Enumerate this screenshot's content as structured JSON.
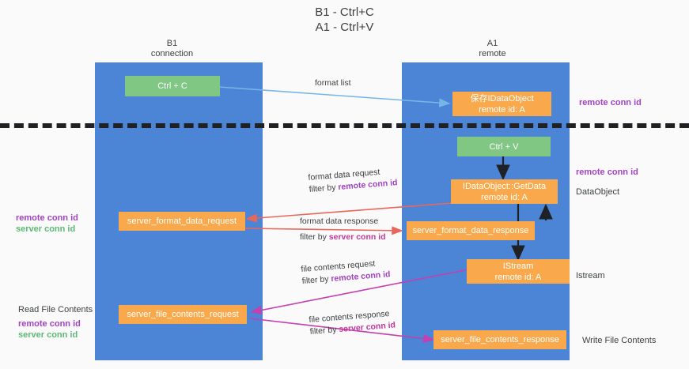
{
  "title": "B1 - Ctrl+C\nA1 - Ctrl+V",
  "colors": {
    "lane": "#4c84d6",
    "box_orange": "#f9a94b",
    "box_green": "#81c784",
    "remote_conn_id": "#a342c4",
    "server_conn_id_left": "#5bb974",
    "server_conn_id_mid": "#c4379c",
    "divider": "#202124",
    "arrow_blue": "#76b5e8",
    "arrow_red": "#e8675b",
    "arrow_magenta": "#c43fb0",
    "arrow_black": "#202124",
    "background": "#fafafa",
    "text": "#3c4043"
  },
  "lanes": [
    {
      "id": "b1",
      "title": "B1\nconnection"
    },
    {
      "id": "a1",
      "title": "A1\nremote"
    }
  ],
  "nodes": [
    {
      "id": "ctrl-c",
      "label": "Ctrl + C",
      "kind": "green"
    },
    {
      "id": "idataobject-stored",
      "label": "保存IDataObject\nremote id: A",
      "kind": "orange"
    },
    {
      "id": "ctrl-v",
      "label": "Ctrl + V",
      "kind": "green"
    },
    {
      "id": "idataobject-getdata",
      "label": "IDataObject::GetData\nremote id: A",
      "kind": "orange"
    },
    {
      "id": "server-format-data-request",
      "label": "server_format_data_request",
      "kind": "orange"
    },
    {
      "id": "server-format-data-response",
      "label": "server_format_data_response",
      "kind": "orange"
    },
    {
      "id": "istream",
      "label": "IStream\nremote id: A",
      "kind": "orange"
    },
    {
      "id": "server-file-contents-request",
      "label": "server_file_contents_request",
      "kind": "orange"
    },
    {
      "id": "server-file-contents-response",
      "label": "server_file_contents_response",
      "kind": "orange"
    }
  ],
  "edge_labels": [
    {
      "id": "format-list",
      "line1": "format list",
      "line2": "",
      "key": ""
    },
    {
      "id": "format-data-request",
      "line1": "format data request",
      "line2": "filter by ",
      "key": "remote conn id",
      "key_color": "purple"
    },
    {
      "id": "format-data-response",
      "line1": "format data response",
      "line2": "filter by ",
      "key": "server conn id",
      "key_color": "magenta"
    },
    {
      "id": "file-contents-request",
      "line1": "file contents request",
      "line2": "filter by ",
      "key": "remote conn id",
      "key_color": "purple"
    },
    {
      "id": "file-contents-response",
      "line1": "file contents response",
      "line2": "filter by ",
      "key": "server conn id",
      "key_color": "magenta"
    }
  ],
  "side_labels": {
    "right": [
      {
        "id": "right-remote-conn-id-1",
        "text": "remote conn id",
        "style": "purple"
      },
      {
        "id": "right-remote-conn-id-2",
        "text": "remote conn id",
        "style": "purple"
      },
      {
        "id": "right-dataobject",
        "text": "DataObject",
        "style": "plain"
      },
      {
        "id": "right-istream",
        "text": "Istream",
        "style": "plain"
      },
      {
        "id": "right-write-file",
        "text": "Write File Contents",
        "style": "plain"
      }
    ],
    "left": [
      {
        "id": "left-remote-conn-id-1",
        "text": "remote conn id",
        "style": "purple"
      },
      {
        "id": "left-server-conn-id-1",
        "text": "server conn id",
        "style": "green"
      },
      {
        "id": "left-read-file",
        "text": "Read File Contents",
        "style": "plain"
      },
      {
        "id": "left-remote-conn-id-2",
        "text": "remote conn id",
        "style": "purple"
      },
      {
        "id": "left-server-conn-id-2",
        "text": "server conn id",
        "style": "green"
      }
    ]
  }
}
